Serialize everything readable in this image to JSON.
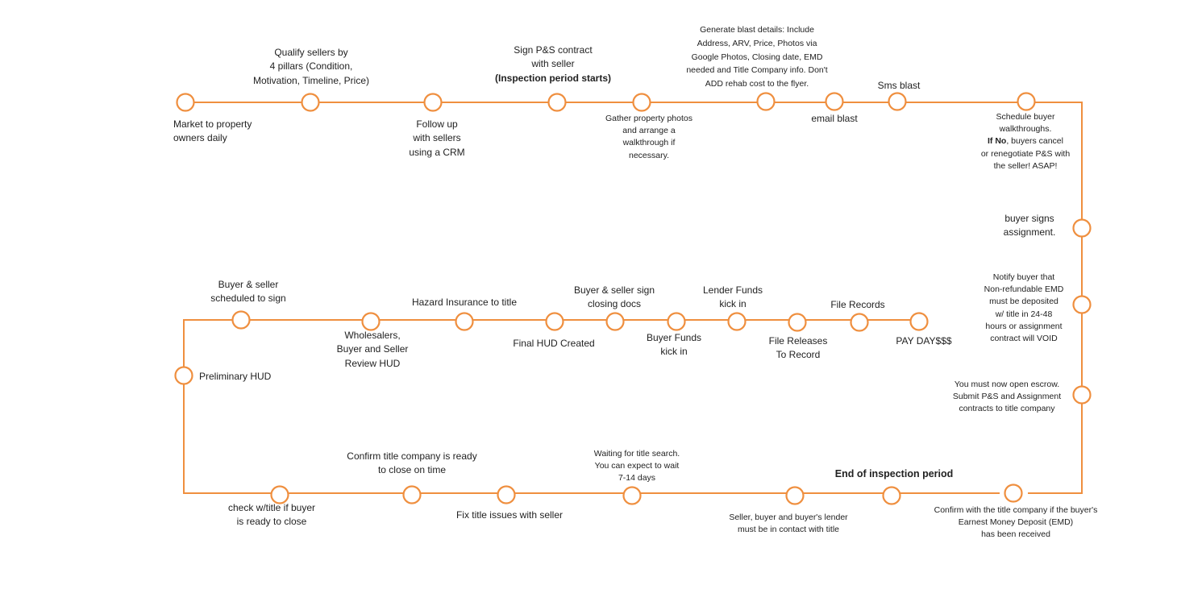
{
  "theme": {
    "line_color": "#ef8f3f",
    "node_fill": "#ffffff",
    "text_color": "#222222"
  },
  "steps": {
    "s1": {
      "lines": [
        "Market to property",
        "owners daily"
      ]
    },
    "s2": {
      "lines": [
        "Qualify sellers by",
        "4 pillars (Condition,",
        "Motivation, Timeline, Price)"
      ]
    },
    "s3": {
      "lines": [
        "Follow up",
        "with sellers",
        "using a CRM"
      ]
    },
    "s4": {
      "lines": [
        "Sign P&S contract",
        "with seller"
      ],
      "bold": "(Inspection period starts)"
    },
    "s5": {
      "lines": [
        "Gather property photos",
        "and arrange a",
        "walkthrough if",
        "necessary."
      ]
    },
    "s6": {
      "lines": [
        "Generate blast details: Include",
        "Address, ARV, Price, Photos via",
        "Google Photos, Closing date, EMD",
        "needed and Title Company info. Don't",
        "ADD rehab cost to the flyer."
      ]
    },
    "s7": {
      "lines": [
        "email blast"
      ]
    },
    "s8": {
      "lines": [
        "Sms blast"
      ]
    },
    "s9": {
      "lines": [
        "Schedule buyer",
        "walkthroughs."
      ],
      "bold": "If No",
      "after_bold": ", buyers cancel",
      "lines2": [
        "or renegotiate P&S with",
        "the seller! ASAP!"
      ]
    },
    "s10": {
      "lines": [
        "buyer signs",
        "assignment."
      ]
    },
    "s11": {
      "lines": [
        "Notify buyer that",
        "Non-refundable EMD",
        "must be deposited",
        "w/ title  in 24-48",
        "hours or assignment",
        "contract will VOID"
      ]
    },
    "s12": {
      "lines": [
        "You must now open escrow.",
        "Submit P&S and Assignment",
        "contracts to title company"
      ]
    },
    "s13": {
      "lines": [
        "Confirm with the title company if the buyer's",
        "Earnest Money Deposit (EMD)",
        "has been received"
      ]
    },
    "s14": {
      "bold": "End of inspection period"
    },
    "s15": {
      "lines": [
        "Seller, buyer and buyer's lender",
        "must be in contact with title"
      ]
    },
    "s16": {
      "lines": [
        "Waiting for title search.",
        "You can expect to wait",
        "7-14 days"
      ]
    },
    "s17": {
      "lines": [
        "Fix title issues with seller"
      ]
    },
    "s18": {
      "lines": [
        "Confirm title company is ready",
        "to close on time"
      ]
    },
    "s19": {
      "lines": [
        "check w/title if buyer",
        "is ready to close"
      ]
    },
    "s20": {
      "lines": [
        "Preliminary HUD"
      ]
    },
    "s21": {
      "lines": [
        "Buyer & seller",
        "scheduled to sign"
      ]
    },
    "s22": {
      "lines": [
        "Wholesalers,",
        "Buyer and Seller",
        "Review HUD"
      ]
    },
    "s23": {
      "lines": [
        "Hazard Insurance to title"
      ]
    },
    "s24": {
      "lines": [
        "Final HUD Created"
      ]
    },
    "s25": {
      "lines": [
        "Buyer & seller sign",
        "closing docs"
      ]
    },
    "s26": {
      "lines": [
        "Buyer Funds",
        "kick in"
      ]
    },
    "s27": {
      "lines": [
        "Lender Funds",
        "kick in"
      ]
    },
    "s28": {
      "lines": [
        "File Releases",
        "To Record"
      ]
    },
    "s29": {
      "lines": [
        "File  Records"
      ]
    },
    "s30": {
      "lines": [
        "PAY DAY$$$"
      ]
    }
  }
}
